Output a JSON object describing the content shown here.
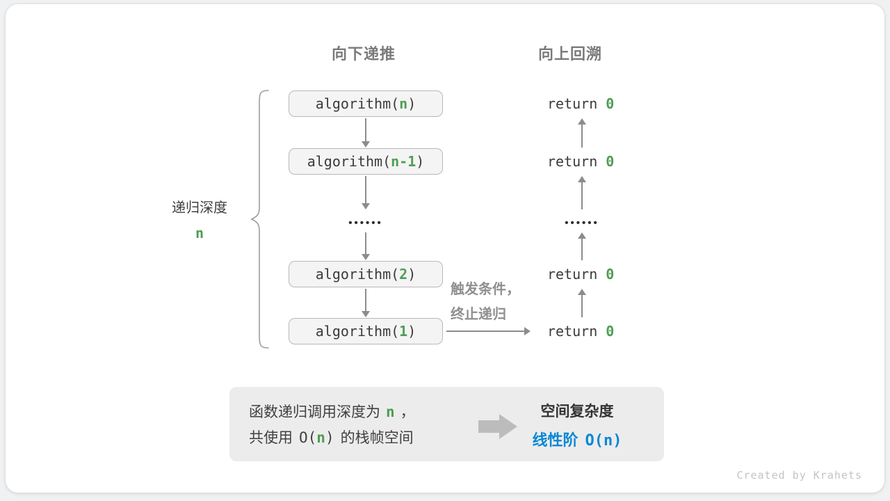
{
  "headers": {
    "downward": "向下递推",
    "upward": "向上回溯"
  },
  "depth": {
    "label": "递归深度",
    "value": "n"
  },
  "stack": {
    "frames": [
      {
        "pre": "algorithm(",
        "arg": "n",
        "post": ")"
      },
      {
        "pre": "algorithm(",
        "arg": "n-1",
        "post": ")"
      },
      {
        "pre": "algorithm(",
        "arg": "2",
        "post": ")"
      },
      {
        "pre": "algorithm(",
        "arg": "1",
        "post": ")"
      }
    ],
    "ellipsis": "••••••"
  },
  "returns": {
    "items": [
      {
        "keyword": "return",
        "value": "0"
      },
      {
        "keyword": "return",
        "value": "0"
      },
      {
        "keyword": "return",
        "value": "0"
      },
      {
        "keyword": "return",
        "value": "0"
      }
    ],
    "ellipsis": "••••••"
  },
  "trigger": {
    "line1": "触发条件，",
    "line2": "终止递归"
  },
  "summary": {
    "left": {
      "l1a": "函数递归调用深度为",
      "l1b": "n",
      "l1c": "，",
      "l2a": "共使用",
      "l2b": "O(",
      "l2c": "n",
      "l2d": ")",
      "l2e": "的栈帧空间"
    },
    "right": {
      "title": "空间复杂度",
      "value_text": "线性阶",
      "value_code": "O(n)"
    }
  },
  "credit": "Created by Krahets",
  "colors": {
    "green": "#4e9e53",
    "blue": "#0a87d5",
    "arrow_gray": "#8c8c8c",
    "box_bg": "#f4f4f4",
    "box_border": "#b8b8b8"
  }
}
